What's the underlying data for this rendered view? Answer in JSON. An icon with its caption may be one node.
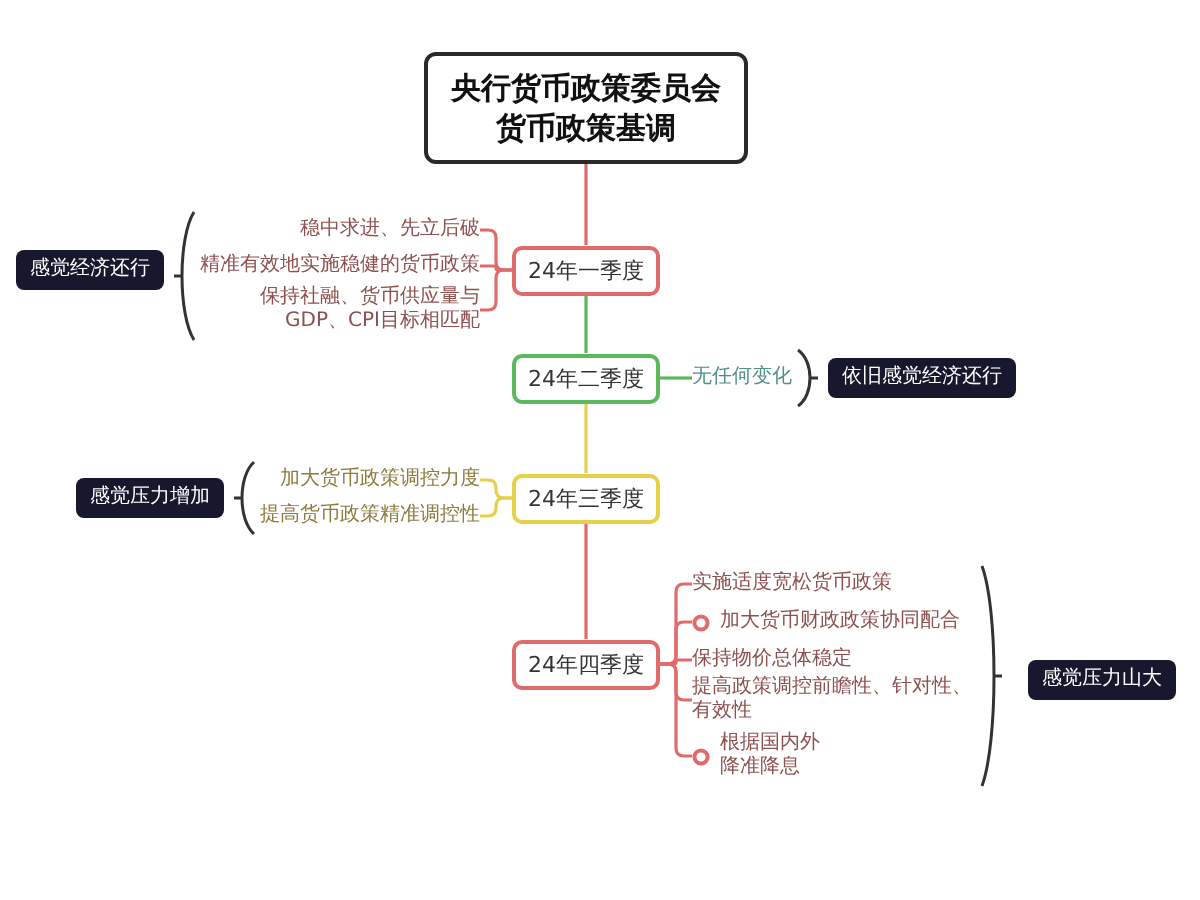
{
  "diagram": {
    "nodes": [
      {
        "text": [
          "央行货币政策委员会货币政策基调"
        ]
      },
      {
        "text": [
          "24年一季度"
        ]
      },
      {
        "text": [
          "稳中求进、先立后破"
        ]
      },
      {
        "text": [
          "精准有效地实施稳健的货币政策"
        ]
      },
      {
        "text": [
          "保持社融、货币供应量与GDP、CPI目标相匹配"
        ]
      },
      {
        "text": [
          "感觉经济还行"
        ]
      },
      {
        "text": [
          "24年二季度"
        ]
      },
      {
        "text": [
          "无任何变化"
        ]
      },
      {
        "text": [
          "依旧感觉经济还行"
        ]
      },
      {
        "text": [
          "24年三季度"
        ]
      },
      {
        "text": [
          "加大货币政策调控力度"
        ]
      },
      {
        "text": [
          "提高货币政策精准调控性"
        ]
      },
      {
        "text": [
          "感觉压力增加"
        ]
      },
      {
        "text": [
          "24年四季度"
        ]
      },
      {
        "text": [
          "实施适度宽松货币政策"
        ]
      },
      {
        "text": [
          "加大货币财政政策协同配合"
        ]
      },
      {
        "text": [
          "保持物价总体稳定"
        ]
      },
      {
        "text": [
          "提高政策调控前瞻性、针对性、有效性"
        ]
      },
      {
        "text": [
          "根据国内外降准降息"
        ]
      },
      {
        "text": [
          "感觉压力山大"
        ]
      }
    ],
    "edges": [
      {
        "from": 0,
        "to": 1,
        "arrow": "none"
      },
      {
        "from": 1,
        "to": 2,
        "arrow": "none"
      },
      {
        "from": 1,
        "to": 3,
        "arrow": "none"
      },
      {
        "from": 1,
        "to": 4,
        "arrow": "none"
      },
      {
        "from": 1,
        "to": 6,
        "arrow": "none",
        "color": "#5cb85c"
      },
      {
        "from": 6,
        "to": 7,
        "arrow": "none",
        "color": "#5cb85c"
      },
      {
        "from": 6,
        "to": 9,
        "arrow": "none",
        "color": "#e6cf4a"
      },
      {
        "from": 9,
        "to": 10,
        "arrow": "none",
        "color": "#e6cf4a"
      },
      {
        "from": 9,
        "to": 11,
        "arrow": "none",
        "color": "#e6cf4a"
      },
      {
        "from": 9,
        "to": 13,
        "arrow": "none"
      },
      {
        "from": 13,
        "to": 14,
        "arrow": "none"
      },
      {
        "from": 13,
        "to": 15,
        "arrow": "none"
      },
      {
        "from": 13,
        "to": 16,
        "arrow": "none"
      },
      {
        "from": 13,
        "to": 17,
        "arrow": "none"
      },
      {
        "from": 13,
        "to": 18,
        "arrow": "none"
      }
    ]
  }
}
